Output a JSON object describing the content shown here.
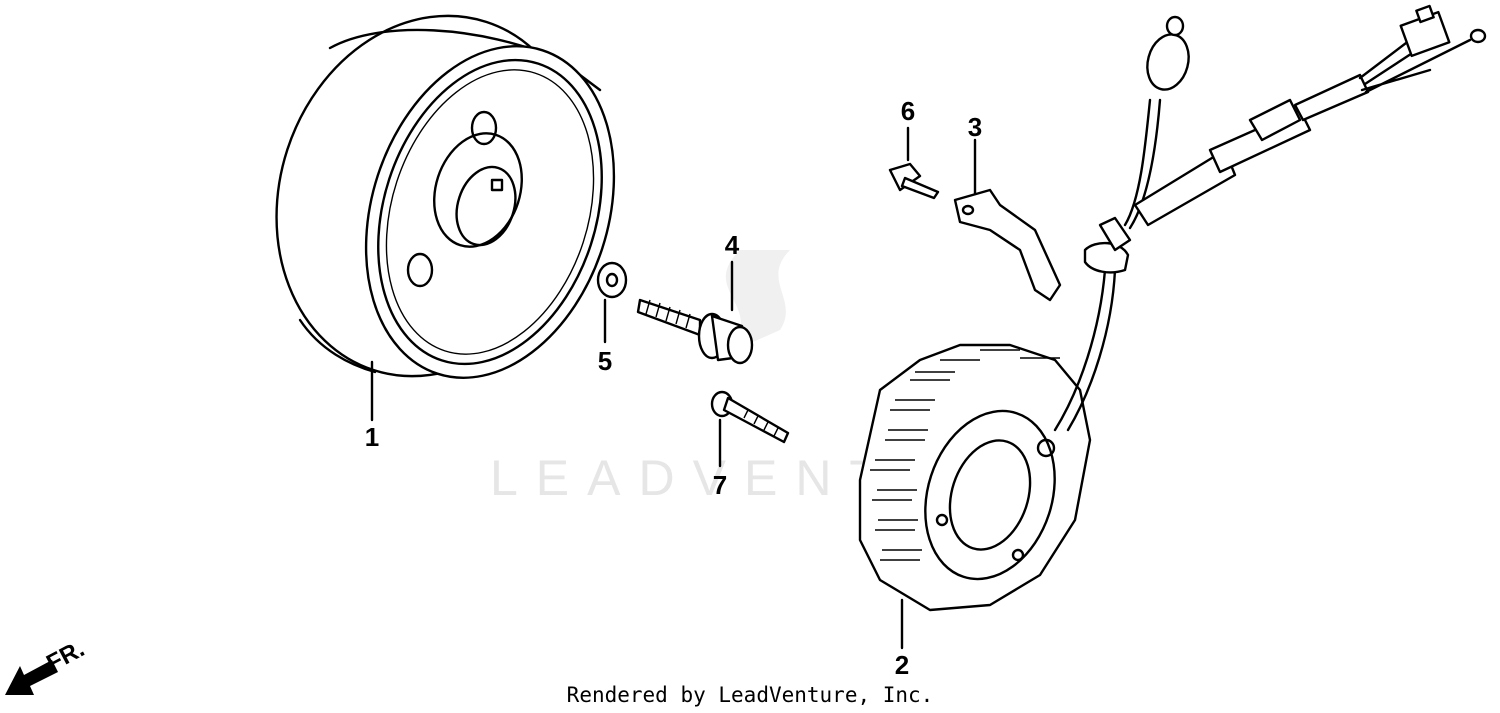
{
  "watermark": "LEADVENTURE",
  "footer": "Rendered by LeadVenture, Inc.",
  "direction_label": "FR.",
  "callouts": {
    "flywheel": "1",
    "stator": "2",
    "bracket": "3",
    "flange_bolt": "4",
    "washer": "5",
    "bracket_bolt": "6",
    "stator_bolt": "7"
  }
}
